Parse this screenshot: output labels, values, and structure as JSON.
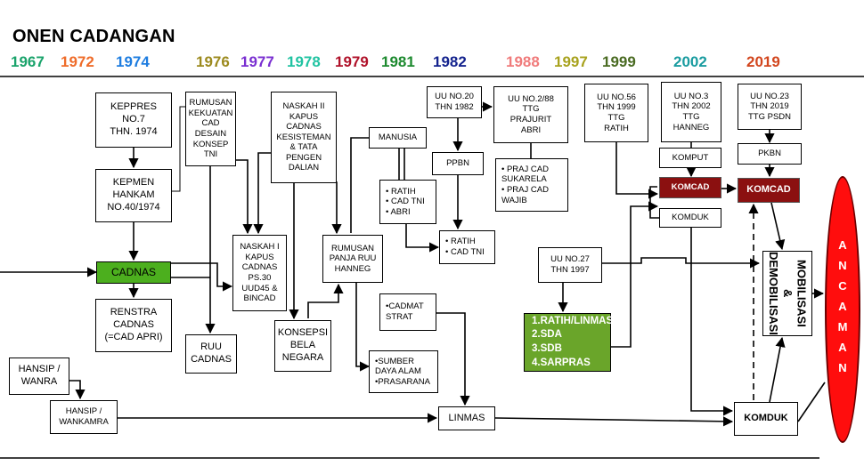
{
  "title": "ONEN CADANGAN",
  "years": [
    {
      "label": "1967",
      "color": "#1aa36b"
    },
    {
      "label": "1972",
      "color": "#ef6c2a"
    },
    {
      "label": "1974",
      "color": "#1e7de0"
    },
    {
      "label": "1976",
      "color": "#9c8a1e"
    },
    {
      "label": "1977",
      "color": "#7a2fd1"
    },
    {
      "label": "1978",
      "color": "#21c3a2"
    },
    {
      "label": "1979",
      "color": "#b0122a"
    },
    {
      "label": "1981",
      "color": "#1d8a2f"
    },
    {
      "label": "1982",
      "color": "#14238e"
    },
    {
      "label": "1988",
      "color": "#f07b7b"
    },
    {
      "label": "1997",
      "color": "#a8a21e"
    },
    {
      "label": "1999",
      "color": "#4a6b22"
    },
    {
      "label": "2002",
      "color": "#1a9ca0"
    },
    {
      "label": "2019",
      "color": "#d2461e"
    }
  ],
  "boxes": {
    "keppres": "KEPPRES\nNO.7\nTHN. 1974",
    "kepmen": "KEPMEN\nHANKAM\nNO.40/1974",
    "cadnas": "CADNAS",
    "renstra": "RENSTRA\nCADNAS\n(=CAD APRI)",
    "hansip_wanra": "HANSIP /\nWANRA",
    "hansip_wankamra": "HANSIP /\nWANKAMRA",
    "rumusan_kekuatan": "RUMUSAN\nKEKUATAN\nCAD\nDESAIN\nKONSEP\nTNI",
    "naskah_i": "NASKAH I\nKAPUS\nCADNAS\nPS.30\nUUD45 &\nBINCAD",
    "ruu_cadnas": "RUU\nCADNAS",
    "naskah_ii": "NASKAH II\nKAPUS\nCADNAS\nKESISTEMAN\n& TATA\nPENGEN\nDALIAN",
    "konsepsi": "KONSEPSI\nBELA\nNEGARA",
    "rumusan_panja": "RUMUSAN\nPANJA RUU\nHANNEG",
    "manusia": "MANUSIA",
    "ratih_list": "• RATIH\n• CAD TNI\n• ABRI",
    "uu20": "UU NO.20\nTHN 1982",
    "ppbn": "PPBN",
    "ratih_cad": "• RATIH\n• CAD TNI",
    "uu2_88": "UU NO.2/88\nTTG\nPRAJURIT\nABRI",
    "praj_cad": "• PRAJ CAD\nSUKARELA\n• PRAJ CAD\nWAJIB",
    "cadmat": "•CADMAT\nSTRAT",
    "sumber": "•SUMBER\nDAYA ALAM\n•PRASARANA",
    "linmas": "LINMAS",
    "uu27": "UU NO.27\nTHN 1997",
    "ratih_linmas": "1.RATIH/LINMAS\n2.SDA\n3.SDB\n4.SARPRAS",
    "uu56": "UU NO.56\nTHN 1999\nTTG\nRATIH",
    "uu3": "UU NO.3\nTHN 2002\nTTG\nHANNEG",
    "komput": "KOMPUT",
    "komcad_a": "KOMCAD",
    "komduk_a": "KOMDUK",
    "uu23": "UU NO.23\nTHN 2019\nTTG PSDN",
    "pkbn": "PKBN",
    "komcad_b": "KOMCAD",
    "mobilisasi": "MOBILISASI\n&\nDEMOBILISASI",
    "komduk_b": "KOMDUK",
    "ancaman": "ANCAMAN"
  },
  "colors": {
    "cadnas_fill": "#4caf1e",
    "ratih_linmas_fill": "#6aa52a",
    "komcad_fill": "#8b1010",
    "ancaman_fill": "#ff0d0d"
  }
}
